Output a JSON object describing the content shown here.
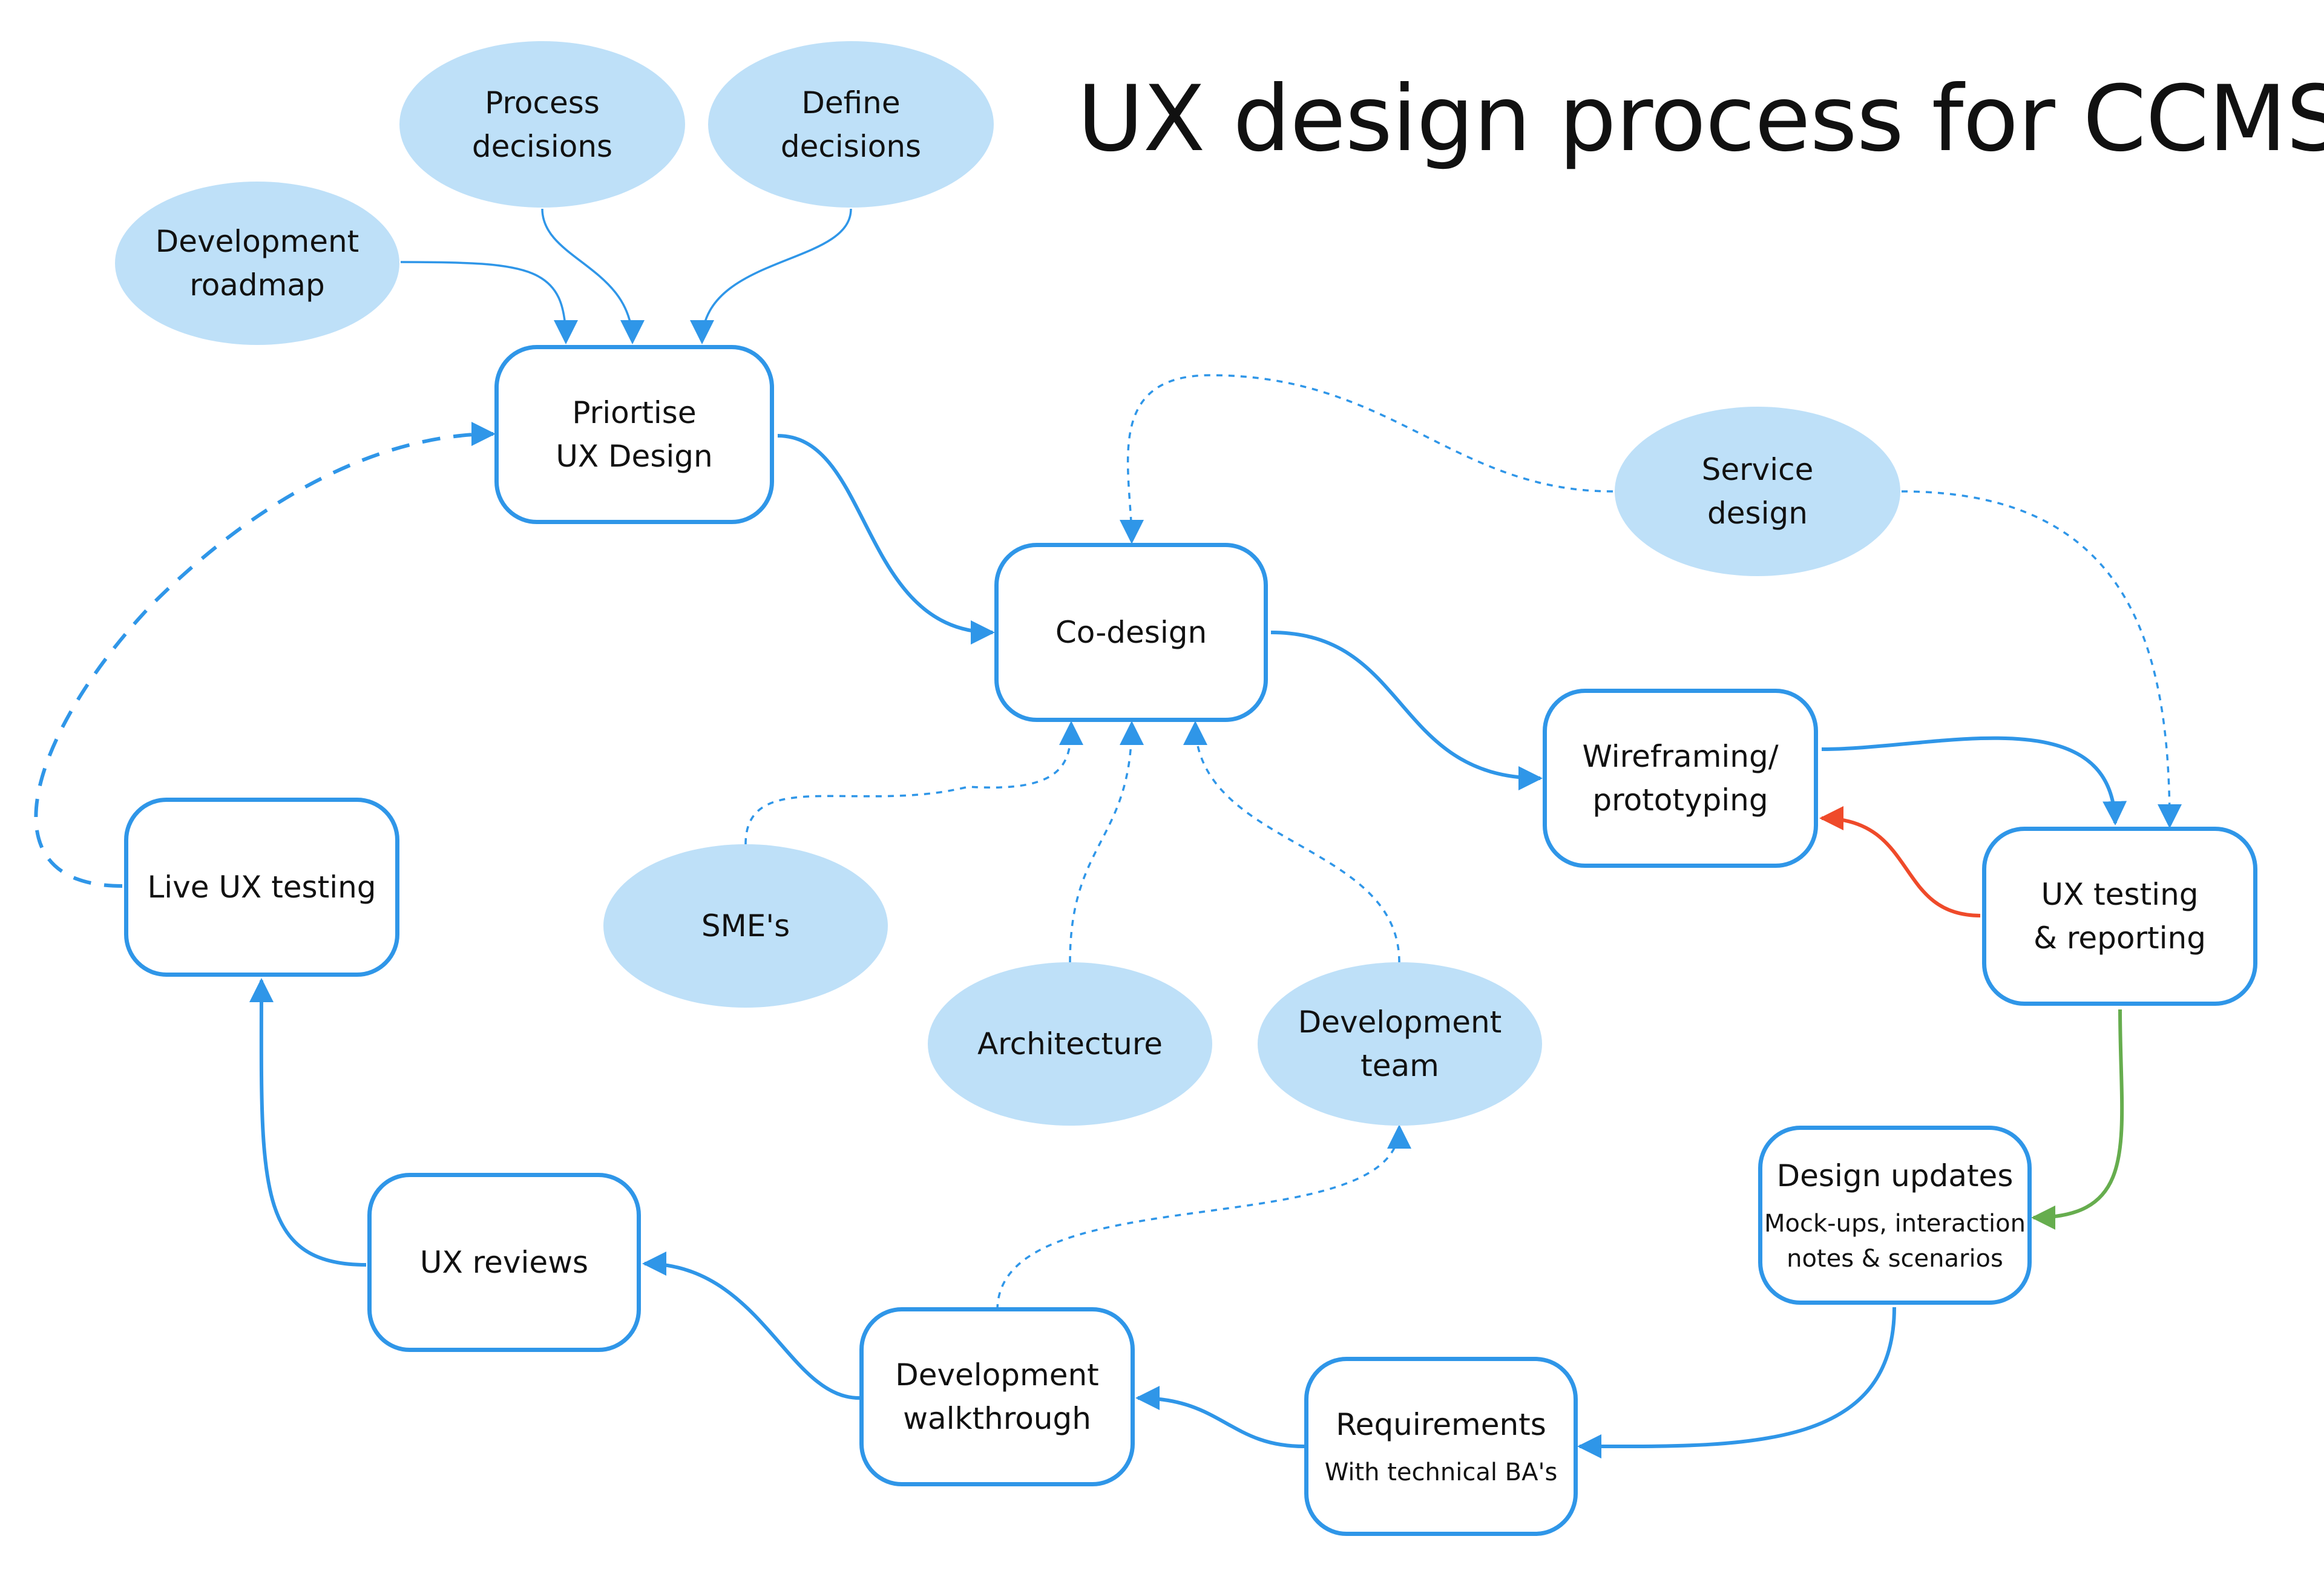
{
  "title": "UX design process for CCMS",
  "colors": {
    "primary": "#2f96e8",
    "oval_fill": "#bee0f8",
    "feedback": "#ef4a2a",
    "approve": "#66ad4e"
  },
  "nodes": {
    "dev_roadmap": {
      "label": "Development\nroadmap",
      "kind": "input"
    },
    "process_decisions": {
      "label": "Process\ndecisions",
      "kind": "input"
    },
    "define_decisions": {
      "label": "Define\ndecisions",
      "kind": "input"
    },
    "prioritise": {
      "label": "Priortise\nUX Design",
      "kind": "step"
    },
    "co_design": {
      "label": "Co-design",
      "kind": "step"
    },
    "service_design": {
      "label": "Service\ndesign",
      "kind": "input"
    },
    "wireframing": {
      "label": "Wireframing/\nprototyping",
      "kind": "step"
    },
    "ux_testing": {
      "label": "UX testing\n& reporting",
      "kind": "step"
    },
    "smes": {
      "label": "SME's",
      "kind": "input"
    },
    "architecture": {
      "label": "Architecture",
      "kind": "input"
    },
    "dev_team": {
      "label": "Development\nteam",
      "kind": "input"
    },
    "live_ux": {
      "label": "Live UX testing",
      "kind": "step"
    },
    "design_updates": {
      "label": "Design updates",
      "sub": "Mock-ups, interaction\nnotes & scenarios",
      "kind": "step"
    },
    "ux_reviews": {
      "label": "UX reviews",
      "kind": "step"
    },
    "dev_walkthrough": {
      "label": "Development\nwalkthrough",
      "kind": "step"
    },
    "requirements": {
      "label": "Requirements",
      "sub": "With technical BA's",
      "kind": "step"
    }
  },
  "edges": [
    {
      "from": "dev_roadmap",
      "to": "prioritise",
      "style": "solid-thin",
      "color": "primary"
    },
    {
      "from": "process_decisions",
      "to": "prioritise",
      "style": "solid-thin",
      "color": "primary"
    },
    {
      "from": "define_decisions",
      "to": "prioritise",
      "style": "solid-thin",
      "color": "primary"
    },
    {
      "from": "prioritise",
      "to": "co_design",
      "style": "solid",
      "color": "primary"
    },
    {
      "from": "service_design",
      "to": "co_design",
      "style": "dotted",
      "color": "primary"
    },
    {
      "from": "service_design",
      "to": "ux_testing",
      "style": "dotted",
      "color": "primary"
    },
    {
      "from": "smes",
      "to": "co_design",
      "style": "dotted",
      "color": "primary"
    },
    {
      "from": "architecture",
      "to": "co_design",
      "style": "dotted",
      "color": "primary"
    },
    {
      "from": "dev_team",
      "to": "co_design",
      "style": "dotted",
      "color": "primary"
    },
    {
      "from": "co_design",
      "to": "wireframing",
      "style": "solid",
      "color": "primary"
    },
    {
      "from": "wireframing",
      "to": "ux_testing",
      "style": "solid",
      "color": "primary"
    },
    {
      "from": "ux_testing",
      "to": "wireframing",
      "style": "solid",
      "color": "feedback"
    },
    {
      "from": "ux_testing",
      "to": "design_updates",
      "style": "solid",
      "color": "approve"
    },
    {
      "from": "design_updates",
      "to": "requirements",
      "style": "solid",
      "color": "primary"
    },
    {
      "from": "requirements",
      "to": "dev_walkthrough",
      "style": "solid",
      "color": "primary"
    },
    {
      "from": "dev_walkthrough",
      "to": "dev_team",
      "style": "dotted",
      "color": "primary"
    },
    {
      "from": "dev_walkthrough",
      "to": "ux_reviews",
      "style": "solid",
      "color": "primary"
    },
    {
      "from": "ux_reviews",
      "to": "live_ux",
      "style": "solid",
      "color": "primary"
    },
    {
      "from": "live_ux",
      "to": "prioritise",
      "style": "dashed",
      "color": "primary"
    }
  ]
}
